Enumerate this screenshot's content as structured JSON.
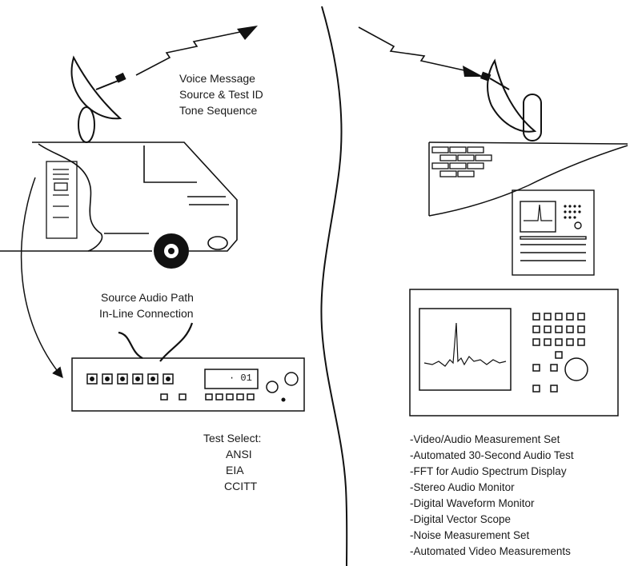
{
  "left": {
    "uplink_label": [
      "Voice Message",
      "Source & Test ID",
      "Tone Sequence"
    ],
    "audio_path_label": [
      "Source Audio Path",
      "In-Line Connection"
    ],
    "device_display": "· 01",
    "test_select": {
      "title": "Test Select:",
      "options": [
        "ANSI",
        "EIA",
        "CCITT"
      ]
    }
  },
  "right": {
    "features": [
      "-Video/Audio Measurement Set",
      "-Automated 30-Second Audio Test",
      "-FFT for Audio Spectrum Display",
      "-Stereo Audio Monitor",
      "-Digital Waveform Monitor",
      "-Digital Vector Scope",
      "-Noise Measurement Set",
      "-Automated Video Measurements"
    ]
  }
}
